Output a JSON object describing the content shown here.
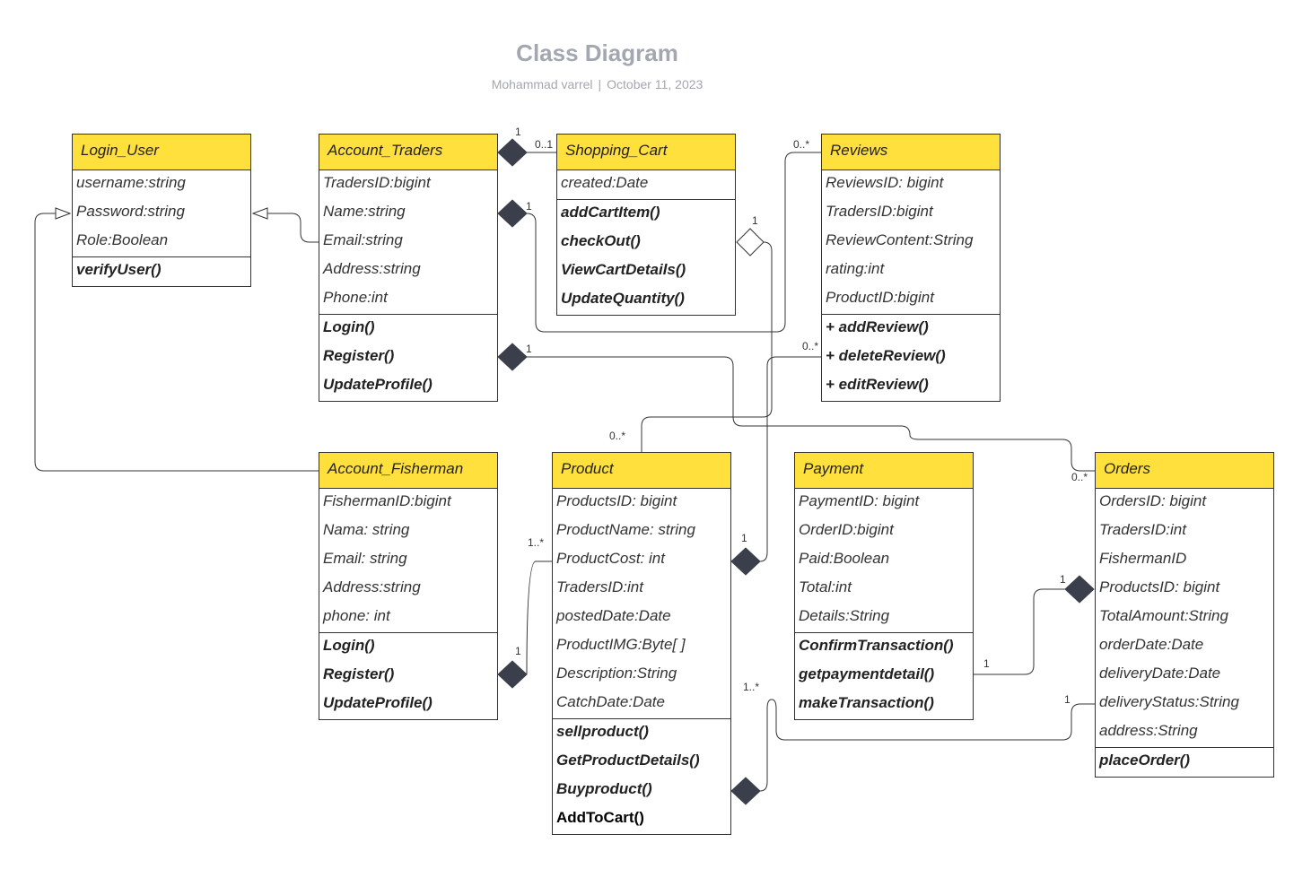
{
  "header": {
    "title": "Class Diagram",
    "author": "Mohammad varrel",
    "separator": "|",
    "date": "October 11, 2023"
  },
  "classes": {
    "login_user": {
      "name": "Login_User",
      "attributes": [
        "username:string",
        "Password:string",
        "Role:Boolean"
      ],
      "methods": [
        "verifyUser()"
      ]
    },
    "account_traders": {
      "name": "Account_Traders",
      "attributes": [
        "TradersID:bigint",
        "Name:string",
        "Email:string",
        "Address:string",
        "Phone:int"
      ],
      "methods": [
        "Login()",
        "Register()",
        "UpdateProfile()"
      ]
    },
    "shopping_cart": {
      "name": "Shopping_Cart",
      "attributes": [
        "created:Date"
      ],
      "methods": [
        "addCartItem()",
        "checkOut()",
        "ViewCartDetails()",
        "UpdateQuantity()"
      ]
    },
    "reviews": {
      "name": "Reviews",
      "attributes": [
        "ReviewsID: bigint",
        "TradersID:bigint",
        "ReviewContent:String",
        "rating:int",
        "ProductID:bigint"
      ],
      "methods": [
        "+ addReview()",
        "+ deleteReview()",
        "+ editReview()"
      ]
    },
    "account_fisherman": {
      "name": "Account_Fisherman",
      "attributes": [
        "FishermanID:bigint",
        "Nama: string",
        "Email: string",
        "Address:string",
        "phone: int"
      ],
      "methods": [
        "Login()",
        "Register()",
        "UpdateProfile()"
      ]
    },
    "product": {
      "name": "Product",
      "attributes": [
        "ProductsID: bigint",
        "ProductName: string",
        "ProductCost: int",
        "TradersID:int",
        "postedDate:Date",
        "ProductIMG:Byte[ ]",
        "Description:String",
        "CatchDate:Date"
      ],
      "methods": [
        "sellproduct()",
        "GetProductDetails()",
        "Buyproduct()",
        "AddToCart()"
      ]
    },
    "payment": {
      "name": "Payment",
      "attributes": [
        "PaymentID: bigint",
        "OrderID:bigint",
        "Paid:Boolean",
        "Total:int",
        "Details:String"
      ],
      "methods": [
        "ConfirmTransaction()",
        "getpaymentdetail()",
        "makeTransaction()"
      ]
    },
    "orders": {
      "name": "Orders",
      "attributes": [
        "OrdersID: bigint",
        "TradersID:int",
        "FishermanID",
        "ProductsID: bigint",
        "TotalAmount:String",
        "orderDate:Date",
        "deliveryDate:Date",
        "deliveryStatus:String",
        "address:String"
      ],
      "methods": [
        "placeOrder()"
      ]
    }
  },
  "multiplicities": {
    "traders_cart_one": "1",
    "traders_cart_cart": "0..1",
    "traders_reviews_one": "1",
    "traders_reviews_many": "0..*",
    "traders_orders_one": "1",
    "traders_orders_many": "0..*",
    "cart_product_one": "1",
    "cart_product_many": "0..*",
    "product_reviews_one": "1",
    "product_reviews_many": "0..*",
    "fisherman_product_one": "1",
    "fisherman_product_many": "1..*",
    "product_orders_many": "1..*",
    "product_orders_one": "1",
    "orders_payment_one_a": "1",
    "orders_payment_one_b": "1"
  },
  "colors": {
    "header_fill": "#ffe03d",
    "border": "#333333",
    "diamond": "#3a3f4b",
    "connector": "#333333",
    "title": "#a3a7b0"
  }
}
